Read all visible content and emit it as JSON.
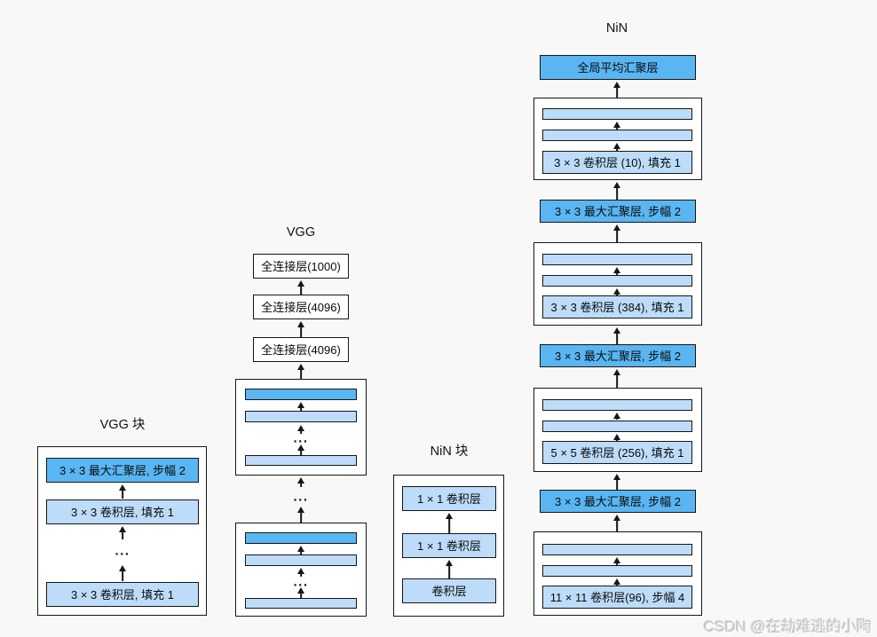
{
  "colors": {
    "dark_blue": "#59B6F2",
    "light_blue": "#BDDCF9",
    "border": "#161616",
    "background": "#f8f8f8",
    "watermark": "#d0d0d0"
  },
  "vgg_block_col": {
    "title": "VGG 块",
    "pool": "3 × 3 最大汇聚层, 步幅 2",
    "convs": [
      "3 × 3 卷积层, 填充 1",
      "3 × 3 卷积层, 填充 1"
    ],
    "ellipsis": "..."
  },
  "vgg_col": {
    "title": "VGG",
    "fc_layers": [
      "全连接层(1000)",
      "全连接层(4096)",
      "全连接层(4096)"
    ],
    "ellipsis": "..."
  },
  "nin_block_col": {
    "title": "NiN 块",
    "layers": [
      "1 × 1 卷积层",
      "1 × 1 卷积层",
      "卷积层"
    ]
  },
  "nin_col": {
    "title": "NiN",
    "global_pool": "全局平均汇聚层",
    "pools": [
      "3 × 3 最大汇聚层, 步幅 2",
      "3 × 3 最大汇聚层, 步幅 2",
      "3 × 3 最大汇聚层, 步幅 2"
    ],
    "convs": [
      "3 × 3 卷积层 (10), 填充 1",
      "3 × 3 卷积层 (384), 填充 1",
      "5 × 5 卷积层 (256), 填充 1",
      "11 × 11 卷积层(96), 步幅 4"
    ]
  },
  "watermark": "CSDN @在劫难逃的小陶"
}
